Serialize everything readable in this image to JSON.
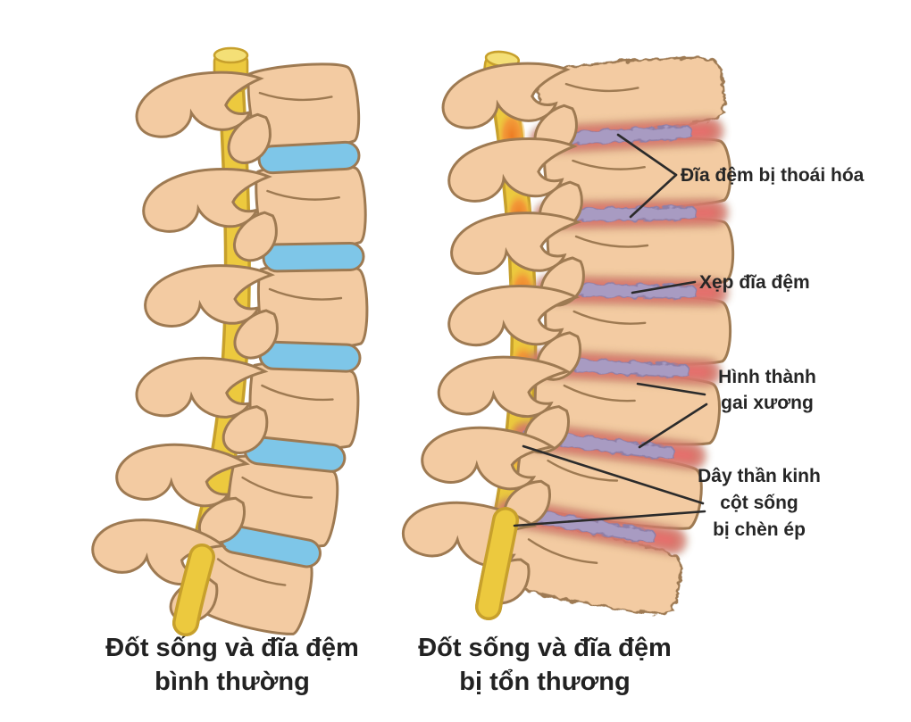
{
  "figure": {
    "left_panel": {
      "caption_line1": "Đốt sống và đĩa đệm",
      "caption_line2": "bình thường"
    },
    "right_panel": {
      "caption_line1": "Đốt sống và đĩa đệm",
      "caption_line2": "bị tổn thương"
    },
    "labels": {
      "degenerated_disc": "Đĩa đệm bị thoái hóa",
      "collapsed_disc": "Xẹp đĩa đệm",
      "bone_spur_line1": "Hình thành",
      "bone_spur_line2": "gai xương",
      "pinched_nerve_line1": "Dây thần kinh",
      "pinched_nerve_line2": "cột sống",
      "pinched_nerve_line3": "bị chèn ép"
    },
    "colors": {
      "background": "#FFFFFF",
      "bone": "#F3CBA2",
      "bone_outline": "#9E7A52",
      "healthy_disc": "#7EC6E8",
      "spinal_cord": "#ECC93E",
      "spinal_cord_outline": "#C7A02C",
      "spinal_cord_top": "#F4DF76",
      "compressed_nerve": "#ED7C24",
      "compressed_nerve_mid": "#F29A38",
      "degenerated_disc": "#A89BC2",
      "degenerated_disc_outline": "#8D7FA8",
      "inflammation": "#EE8080",
      "annotation_line": "#2B2B2B",
      "text": "#262626"
    }
  }
}
